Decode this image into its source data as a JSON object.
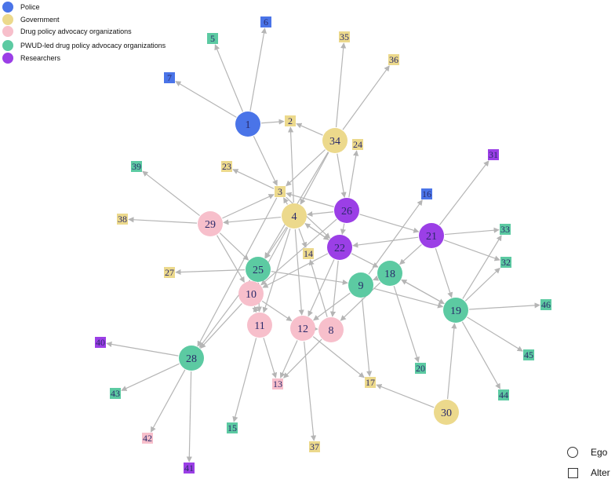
{
  "legend": {
    "groups": [
      {
        "key": "police",
        "label": "Police",
        "color": "#4a74e8"
      },
      {
        "key": "government",
        "label": "Government",
        "color": "#ecd98c"
      },
      {
        "key": "advocacy",
        "label": "Drug policy advocacy organizations",
        "color": "#f7bfcb"
      },
      {
        "key": "pwud",
        "label": "PWUD-led drug policy advocacy organizations",
        "color": "#5ccaa2"
      },
      {
        "key": "researchers",
        "label": "Researchers",
        "color": "#9b3fe6"
      }
    ],
    "shapes": [
      {
        "shape": "circle",
        "label": "Ego"
      },
      {
        "shape": "square",
        "label": "Alter"
      }
    ]
  },
  "nodes": [
    {
      "id": "1",
      "group": "police",
      "type": "ego"
    },
    {
      "id": "2",
      "group": "government",
      "type": "alter"
    },
    {
      "id": "3",
      "group": "government",
      "type": "alter"
    },
    {
      "id": "4",
      "group": "government",
      "type": "ego"
    },
    {
      "id": "5",
      "group": "pwud",
      "type": "alter"
    },
    {
      "id": "6",
      "group": "police",
      "type": "alter"
    },
    {
      "id": "7",
      "group": "police",
      "type": "alter"
    },
    {
      "id": "8",
      "group": "advocacy",
      "type": "ego"
    },
    {
      "id": "9",
      "group": "pwud",
      "type": "ego"
    },
    {
      "id": "10",
      "group": "advocacy",
      "type": "ego"
    },
    {
      "id": "11",
      "group": "advocacy",
      "type": "ego"
    },
    {
      "id": "12",
      "group": "advocacy",
      "type": "ego"
    },
    {
      "id": "13",
      "group": "advocacy",
      "type": "alter"
    },
    {
      "id": "14",
      "group": "government",
      "type": "alter"
    },
    {
      "id": "15",
      "group": "pwud",
      "type": "alter"
    },
    {
      "id": "16",
      "group": "police",
      "type": "alter"
    },
    {
      "id": "17",
      "group": "government",
      "type": "alter"
    },
    {
      "id": "18",
      "group": "pwud",
      "type": "ego"
    },
    {
      "id": "19",
      "group": "pwud",
      "type": "ego"
    },
    {
      "id": "20",
      "group": "pwud",
      "type": "alter"
    },
    {
      "id": "21",
      "group": "researchers",
      "type": "ego"
    },
    {
      "id": "22",
      "group": "researchers",
      "type": "ego"
    },
    {
      "id": "23",
      "group": "government",
      "type": "alter"
    },
    {
      "id": "24",
      "group": "government",
      "type": "alter"
    },
    {
      "id": "25",
      "group": "pwud",
      "type": "ego"
    },
    {
      "id": "26",
      "group": "researchers",
      "type": "ego"
    },
    {
      "id": "27",
      "group": "government",
      "type": "alter"
    },
    {
      "id": "28",
      "group": "pwud",
      "type": "ego"
    },
    {
      "id": "29",
      "group": "advocacy",
      "type": "ego"
    },
    {
      "id": "30",
      "group": "government",
      "type": "ego"
    },
    {
      "id": "31",
      "group": "researchers",
      "type": "alter"
    },
    {
      "id": "32",
      "group": "pwud",
      "type": "alter"
    },
    {
      "id": "33",
      "group": "pwud",
      "type": "alter"
    },
    {
      "id": "34",
      "group": "government",
      "type": "ego"
    },
    {
      "id": "35",
      "group": "government",
      "type": "alter"
    },
    {
      "id": "36",
      "group": "government",
      "type": "alter"
    },
    {
      "id": "37",
      "group": "government",
      "type": "alter"
    },
    {
      "id": "38",
      "group": "government",
      "type": "alter"
    },
    {
      "id": "39",
      "group": "pwud",
      "type": "alter"
    },
    {
      "id": "40",
      "group": "researchers",
      "type": "alter"
    },
    {
      "id": "41",
      "group": "researchers",
      "type": "alter"
    },
    {
      "id": "42",
      "group": "advocacy",
      "type": "alter"
    },
    {
      "id": "43",
      "group": "pwud",
      "type": "alter"
    },
    {
      "id": "44",
      "group": "pwud",
      "type": "alter"
    },
    {
      "id": "45",
      "group": "pwud",
      "type": "alter"
    },
    {
      "id": "46",
      "group": "pwud",
      "type": "alter"
    }
  ],
  "edges": [
    [
      "1",
      "2"
    ],
    [
      "1",
      "5"
    ],
    [
      "1",
      "6"
    ],
    [
      "1",
      "7"
    ],
    [
      "1",
      "3"
    ],
    [
      "34",
      "2"
    ],
    [
      "34",
      "35"
    ],
    [
      "34",
      "36"
    ],
    [
      "34",
      "3"
    ],
    [
      "34",
      "4"
    ],
    [
      "34",
      "26"
    ],
    [
      "34",
      "25"
    ],
    [
      "4",
      "3"
    ],
    [
      "4",
      "29"
    ],
    [
      "4",
      "14"
    ],
    [
      "4",
      "22"
    ],
    [
      "4",
      "25"
    ],
    [
      "4",
      "10"
    ],
    [
      "4",
      "12"
    ],
    [
      "4",
      "11"
    ],
    [
      "4",
      "2"
    ],
    [
      "26",
      "24"
    ],
    [
      "26",
      "4"
    ],
    [
      "26",
      "3"
    ],
    [
      "26",
      "22"
    ],
    [
      "26",
      "10"
    ],
    [
      "26",
      "21"
    ],
    [
      "29",
      "39"
    ],
    [
      "29",
      "38"
    ],
    [
      "29",
      "3"
    ],
    [
      "29",
      "25"
    ],
    [
      "29",
      "10"
    ],
    [
      "3",
      "23"
    ],
    [
      "3",
      "28"
    ],
    [
      "3",
      "22"
    ],
    [
      "22",
      "4"
    ],
    [
      "22",
      "12"
    ],
    [
      "22",
      "8"
    ],
    [
      "22",
      "10"
    ],
    [
      "22",
      "18"
    ],
    [
      "21",
      "31"
    ],
    [
      "21",
      "33"
    ],
    [
      "21",
      "32"
    ],
    [
      "21",
      "19"
    ],
    [
      "21",
      "22"
    ],
    [
      "21",
      "18"
    ],
    [
      "25",
      "27"
    ],
    [
      "25",
      "9"
    ],
    [
      "25",
      "28"
    ],
    [
      "25",
      "11"
    ],
    [
      "18",
      "20"
    ],
    [
      "18",
      "9"
    ],
    [
      "18",
      "19"
    ],
    [
      "18",
      "8"
    ],
    [
      "9",
      "16"
    ],
    [
      "9",
      "17"
    ],
    [
      "9",
      "19"
    ],
    [
      "9",
      "12"
    ],
    [
      "19",
      "33"
    ],
    [
      "19",
      "32"
    ],
    [
      "19",
      "46"
    ],
    [
      "19",
      "45"
    ],
    [
      "19",
      "44"
    ],
    [
      "19",
      "18"
    ],
    [
      "10",
      "12"
    ],
    [
      "10",
      "11"
    ],
    [
      "10",
      "28"
    ],
    [
      "11",
      "15"
    ],
    [
      "11",
      "13"
    ],
    [
      "11",
      "10"
    ],
    [
      "12",
      "37"
    ],
    [
      "12",
      "13"
    ],
    [
      "12",
      "17"
    ],
    [
      "12",
      "8"
    ],
    [
      "8",
      "13"
    ],
    [
      "8",
      "14"
    ],
    [
      "28",
      "40"
    ],
    [
      "28",
      "43"
    ],
    [
      "28",
      "42"
    ],
    [
      "28",
      "41"
    ],
    [
      "30",
      "17"
    ],
    [
      "30",
      "19"
    ]
  ]
}
